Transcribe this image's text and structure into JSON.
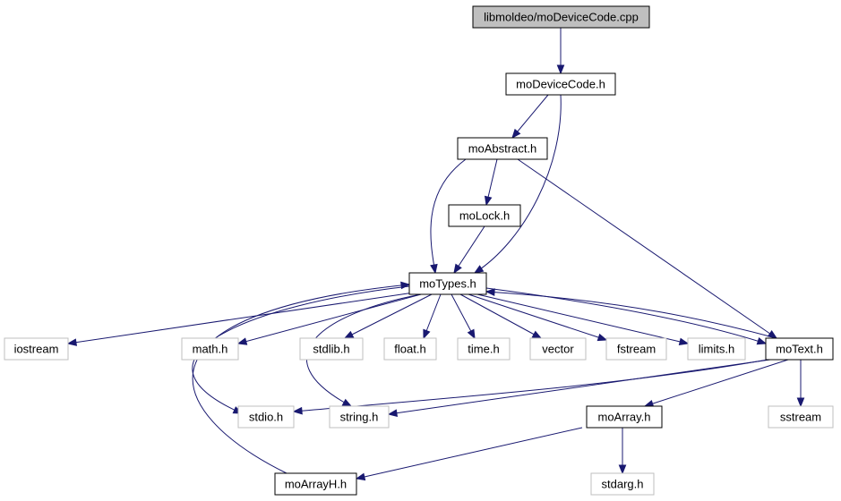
{
  "colors": {
    "edge": "#191970",
    "root_fill": "#bfbfbf",
    "root_border": "#000000",
    "documented_border": "#000000",
    "system_border": "#bfbfbf",
    "node_fill": "#ffffff",
    "text": "#000000"
  },
  "nodes": [
    {
      "id": "root",
      "label": "libmoldeo/moDeviceCode.cpp",
      "kind": "root"
    },
    {
      "id": "moDeviceCode",
      "label": "moDeviceCode.h",
      "kind": "documented"
    },
    {
      "id": "moAbstract",
      "label": "moAbstract.h",
      "kind": "documented"
    },
    {
      "id": "moLock",
      "label": "moLock.h",
      "kind": "documented"
    },
    {
      "id": "moTypes",
      "label": "moTypes.h",
      "kind": "documented"
    },
    {
      "id": "iostream",
      "label": "iostream",
      "kind": "system"
    },
    {
      "id": "math",
      "label": "math.h",
      "kind": "system"
    },
    {
      "id": "stdlib",
      "label": "stdlib.h",
      "kind": "system"
    },
    {
      "id": "float",
      "label": "float.h",
      "kind": "system"
    },
    {
      "id": "time",
      "label": "time.h",
      "kind": "system"
    },
    {
      "id": "vector",
      "label": "vector",
      "kind": "system"
    },
    {
      "id": "fstream",
      "label": "fstream",
      "kind": "system"
    },
    {
      "id": "limits",
      "label": "limits.h",
      "kind": "system"
    },
    {
      "id": "moText",
      "label": "moText.h",
      "kind": "documented"
    },
    {
      "id": "stdio",
      "label": "stdio.h",
      "kind": "system"
    },
    {
      "id": "string",
      "label": "string.h",
      "kind": "system"
    },
    {
      "id": "moArray",
      "label": "moArray.h",
      "kind": "documented"
    },
    {
      "id": "sstream",
      "label": "sstream",
      "kind": "system"
    },
    {
      "id": "moArrayH",
      "label": "moArrayH.h",
      "kind": "documented"
    },
    {
      "id": "stdarg",
      "label": "stdarg.h",
      "kind": "system"
    }
  ],
  "edges": [
    {
      "from": "root",
      "to": "moDeviceCode"
    },
    {
      "from": "moDeviceCode",
      "to": "moAbstract"
    },
    {
      "from": "moDeviceCode",
      "to": "moTypes"
    },
    {
      "from": "moAbstract",
      "to": "moTypes"
    },
    {
      "from": "moAbstract",
      "to": "moLock"
    },
    {
      "from": "moAbstract",
      "to": "moText"
    },
    {
      "from": "moLock",
      "to": "moTypes"
    },
    {
      "from": "moTypes",
      "to": "iostream"
    },
    {
      "from": "moTypes",
      "to": "math"
    },
    {
      "from": "moTypes",
      "to": "stdlib"
    },
    {
      "from": "moTypes",
      "to": "float"
    },
    {
      "from": "moTypes",
      "to": "time"
    },
    {
      "from": "moTypes",
      "to": "vector"
    },
    {
      "from": "moTypes",
      "to": "fstream"
    },
    {
      "from": "moTypes",
      "to": "limits"
    },
    {
      "from": "moTypes",
      "to": "moText"
    },
    {
      "from": "moTypes",
      "to": "stdio"
    },
    {
      "from": "moTypes",
      "to": "string"
    },
    {
      "from": "moText",
      "to": "moTypes"
    },
    {
      "from": "moText",
      "to": "stdio"
    },
    {
      "from": "moText",
      "to": "string"
    },
    {
      "from": "moText",
      "to": "moArray"
    },
    {
      "from": "moText",
      "to": "sstream"
    },
    {
      "from": "moArray",
      "to": "moArrayH"
    },
    {
      "from": "moArray",
      "to": "stdarg"
    },
    {
      "from": "moArrayH",
      "to": "moTypes"
    }
  ]
}
